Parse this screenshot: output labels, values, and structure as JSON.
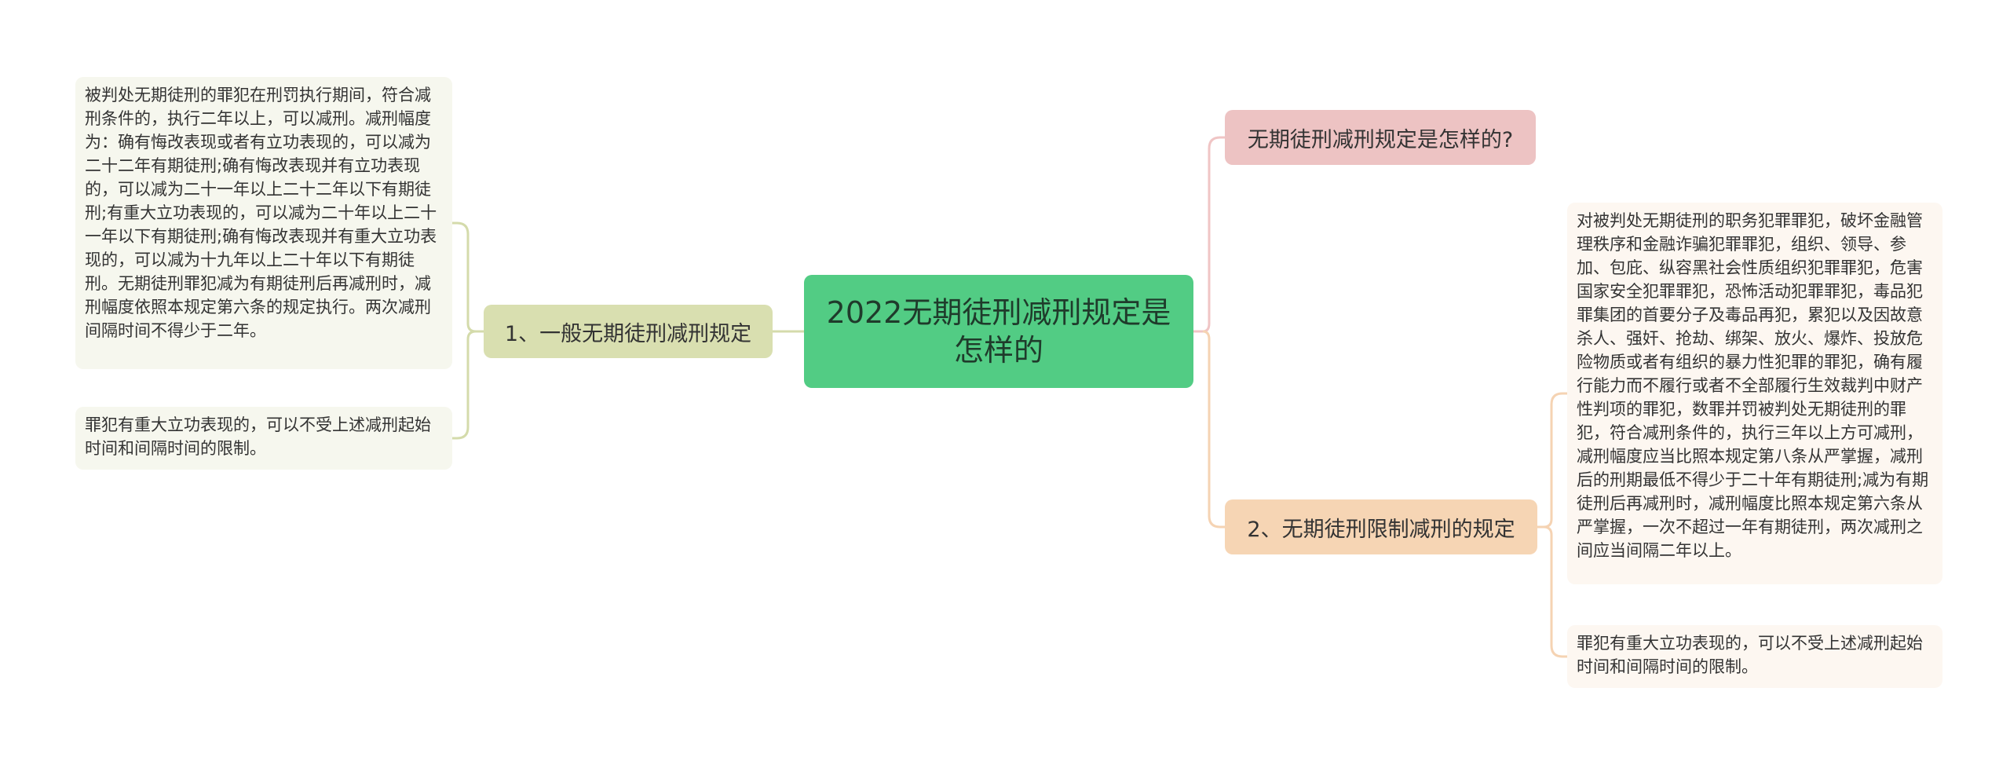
{
  "root": {
    "title": "2022无期徒刑减刑规定是怎样的"
  },
  "branches": {
    "left": {
      "label": "1、一般无期徒刑减刑规定",
      "details": [
        "被判处无期徒刑的罪犯在刑罚执行期间，符合减刑条件的，执行二年以上，可以减刑。减刑幅度为：确有悔改表现或者有立功表现的，可以减为二十二年有期徒刑;确有悔改表现并有立功表现的，可以减为二十一年以上二十二年以下有期徒刑;有重大立功表现的，可以减为二十年以上二十一年以下有期徒刑;确有悔改表现并有重大立功表现的，可以减为十九年以上二十年以下有期徒刑。无期徒刑罪犯减为有期徒刑后再减刑时，减刑幅度依照本规定第六条的规定执行。两次减刑间隔时间不得少于二年。",
        "罪犯有重大立功表现的，可以不受上述减刑起始时间和间隔时间的限制。"
      ]
    },
    "right_top": {
      "label": "无期徒刑减刑规定是怎样的?"
    },
    "right_bottom": {
      "label": "2、无期徒刑限制减刑的规定",
      "details": [
        "对被判处无期徒刑的职务犯罪罪犯，破坏金融管理秩序和金融诈骗犯罪罪犯，组织、领导、参加、包庇、纵容黑社会性质组织犯罪罪犯，危害国家安全犯罪罪犯，恐怖活动犯罪罪犯，毒品犯罪集团的首要分子及毒品再犯，累犯以及因故意杀人、强奸、抢劫、绑架、放火、爆炸、投放危险物质或者有组织的暴力性犯罪的罪犯，确有履行能力而不履行或者不全部履行生效裁判中财产性判项的罪犯，数罪并罚被判处无期徒刑的罪犯，符合减刑条件的，执行三年以上方可减刑，减刑幅度应当比照本规定第八条从严掌握，减刑后的刑期最低不得少于二十年有期徒刑;减为有期徒刑后再减刑时，减刑幅度比照本规定第六条从严掌握，一次不超过一年有期徒刑，两次减刑之间应当间隔二年以上。",
        "罪犯有重大立功表现的，可以不受上述减刑起始时间和间隔时间的限制。"
      ]
    }
  },
  "colors": {
    "root": "#52cc84",
    "branch_left": "#d9dfb0",
    "branch_right_top": "#edc3c3",
    "branch_right_bottom": "#f6d5b4",
    "leaf_left": "#f6f7ee",
    "leaf_right": "#fdf7f1",
    "line_left": "#d4dbab",
    "line_right_top": "#f0c5c5",
    "line_right_bottom": "#f5d3b3"
  }
}
